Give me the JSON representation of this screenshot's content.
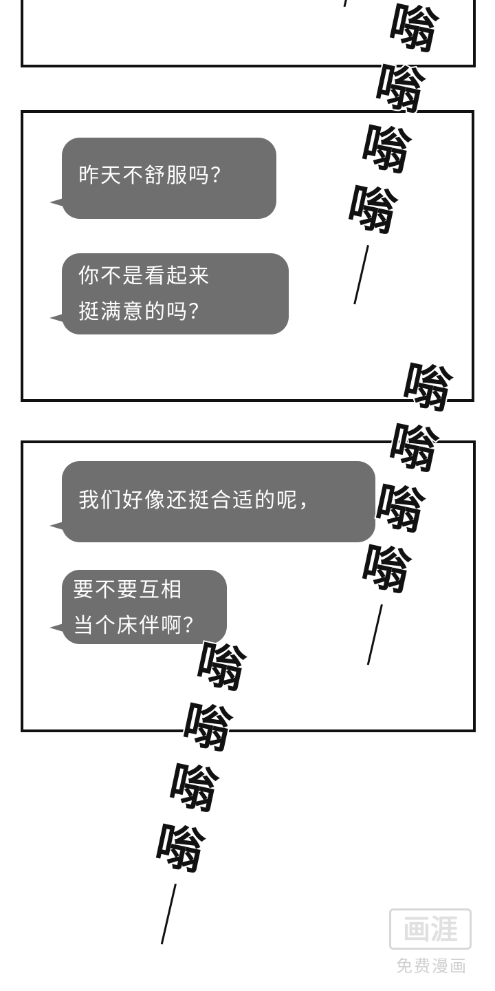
{
  "panels": {
    "panel2": {
      "bubble1": [
        "昨天不舒服吗？"
      ],
      "bubble2": [
        "你不是看起来",
        "挺满意的吗？"
      ]
    },
    "panel3": {
      "bubble1": [
        "我们好像还挺合适的呢，"
      ],
      "bubble2": [
        "要不要互相",
        "当个床伴啊？"
      ]
    }
  },
  "sfx": {
    "sound": "嗡"
  },
  "watermark": {
    "logo": "画涯",
    "caption": "免费漫画"
  },
  "colors": {
    "bubble": "#6f6f6f",
    "border": "#111111"
  }
}
